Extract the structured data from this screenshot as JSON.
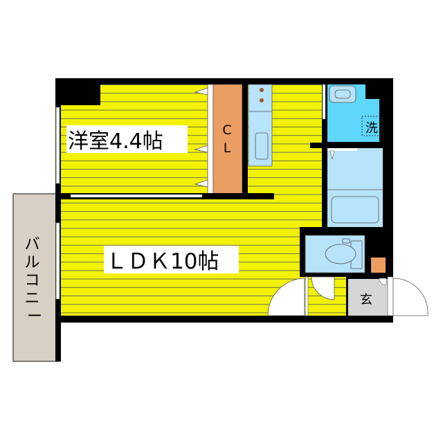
{
  "plan": {
    "bedroom_label": "洋室4.4帖",
    "ldk_label": "ＬＤＫ10帖",
    "closet_label_1": "C",
    "closet_label_2": "L",
    "washer_label": "洗",
    "entrance_label": "玄",
    "balcony_label": [
      "バ",
      "ル",
      "コ",
      "ニ",
      "ー"
    ]
  },
  "colors": {
    "floor": "#f2f200",
    "floor_line": "#8a8a60",
    "wall": "#000000",
    "closet": "#eb9e62",
    "wet_area": "#b7e3fb",
    "washroom": "#5fd6fb",
    "entrance": "#d6d6d6",
    "balcony": "#d8d0c4"
  }
}
